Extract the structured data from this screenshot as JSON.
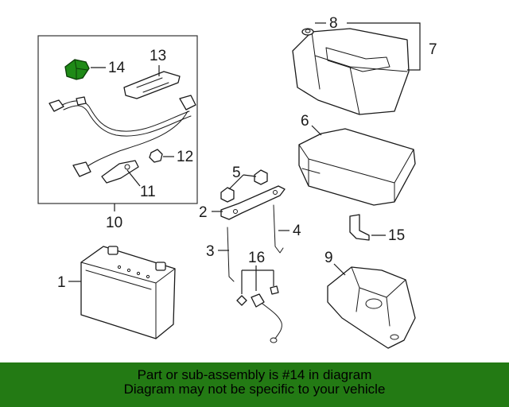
{
  "callouts": {
    "n1": "1",
    "n2": "2",
    "n3": "3",
    "n4": "4",
    "n5": "5",
    "n6": "6",
    "n7": "7",
    "n8": "8",
    "n9": "9",
    "n10": "10",
    "n11": "11",
    "n12": "12",
    "n13": "13",
    "n14": "14",
    "n15": "15",
    "n16": "16"
  },
  "highlight": {
    "part": "14",
    "color": "#1f8a17"
  },
  "banner": {
    "line1": "Part or sub-assembly is #14 in diagram",
    "line2": "Diagram may not be specific to your vehicle",
    "color": "#237a14"
  }
}
